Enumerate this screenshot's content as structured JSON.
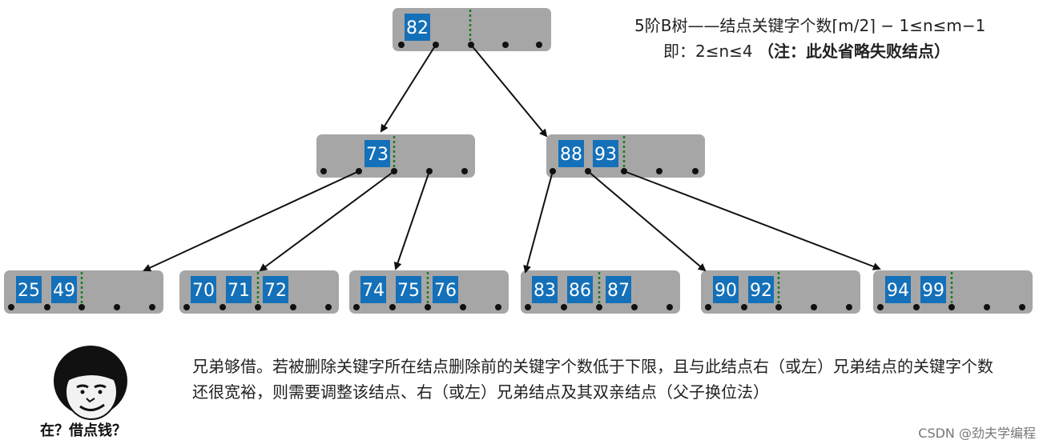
{
  "header": {
    "line1": "5阶B树——结点关键字个数⌈m/2⌉ − 1≤n≤m−1",
    "line2_plain": "即：2≤n≤4 ",
    "line2_bold": "（注：此处省略失败结点）"
  },
  "tree": {
    "root": {
      "id": "root",
      "keys": [
        "82"
      ]
    },
    "level1": [
      {
        "id": "n73",
        "keys": [
          "73"
        ]
      },
      {
        "id": "n88",
        "keys": [
          "88",
          "93"
        ]
      }
    ],
    "leaves": [
      {
        "id": "l1",
        "keys": [
          "25",
          "49"
        ]
      },
      {
        "id": "l2",
        "keys": [
          "70",
          "71",
          "72"
        ]
      },
      {
        "id": "l3",
        "keys": [
          "74",
          "75",
          "76"
        ]
      },
      {
        "id": "l4",
        "keys": [
          "83",
          "86",
          "87"
        ]
      },
      {
        "id": "l5",
        "keys": [
          "90",
          "92"
        ]
      },
      {
        "id": "l6",
        "keys": [
          "94",
          "99"
        ]
      }
    ]
  },
  "description": "兄弟够借。若被删除关键字所在结点删除前的关键字个数低于下限，且与此结点右（或左）兄弟结点的关键字个数还很宽裕，则需要调整该结点、右（或左）兄弟结点及其双亲结点（父子换位法）",
  "meme": {
    "caption": "在？借点钱？"
  },
  "watermark": "CSDN @劲夫学编程",
  "colors": {
    "node": "#a6a6a6",
    "key": "#1470b8",
    "separator": "#1f7a1f"
  }
}
